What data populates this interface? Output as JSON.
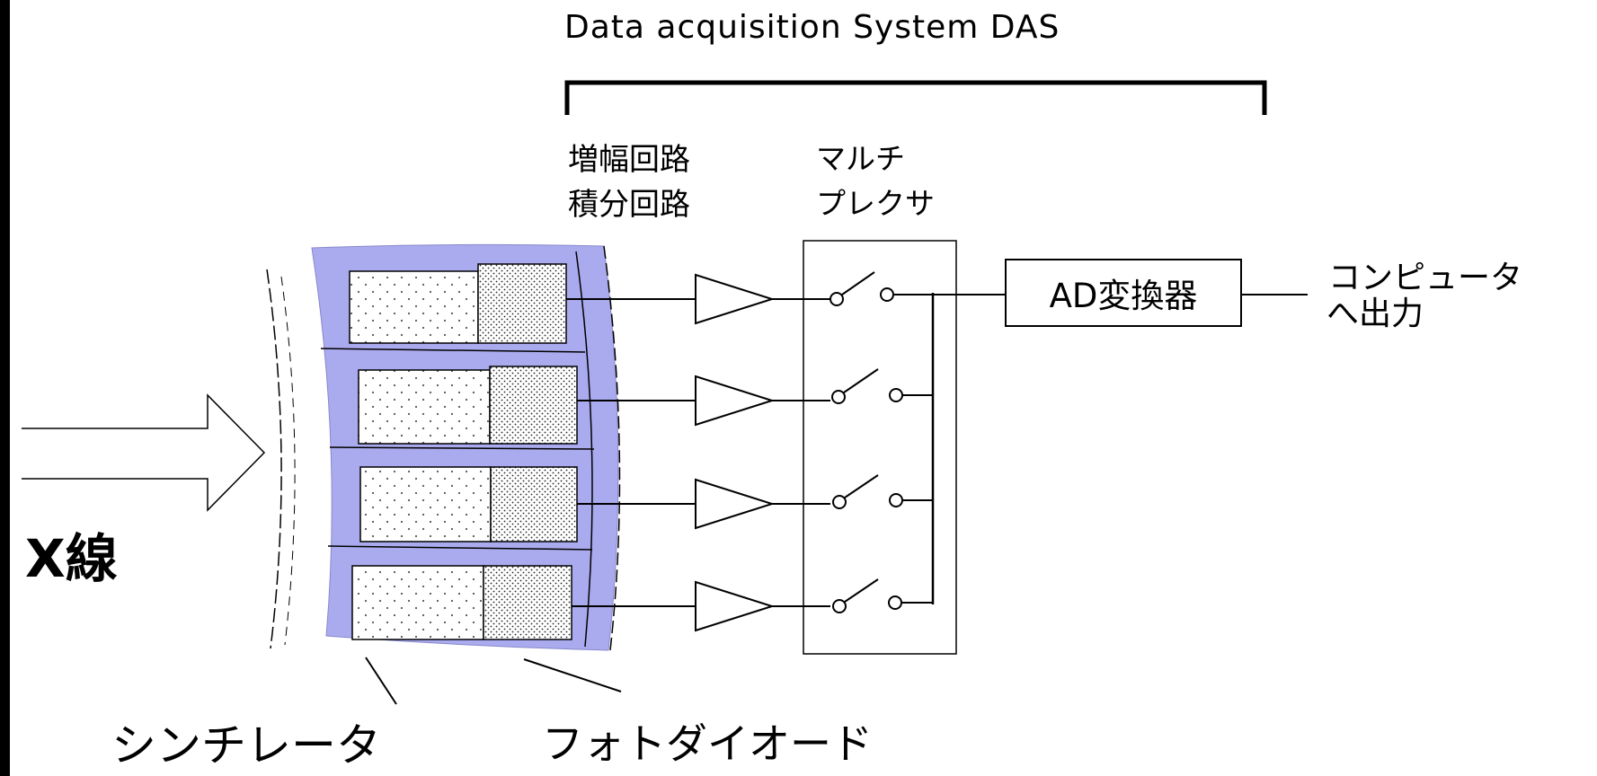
{
  "das": {
    "title": "Data acquisition System DAS"
  },
  "amplifier": {
    "line1": "増幅回路",
    "line2": "積分回路"
  },
  "multiplexer": {
    "line1": "マルチ",
    "line2": "プレクサ"
  },
  "adc": {
    "label": "AD変換器"
  },
  "output": {
    "line1": "コンピュータ",
    "line2": "へ出力"
  },
  "xray": {
    "label": "X線"
  },
  "scintillator": {
    "label": "シンチレータ"
  },
  "photodiode": {
    "label": "フォトダイオード"
  },
  "colors": {
    "detector_band": "#aaaaee",
    "background": "#ffffff",
    "stroke": "#000000",
    "frame": "#000000"
  },
  "channels": 4
}
